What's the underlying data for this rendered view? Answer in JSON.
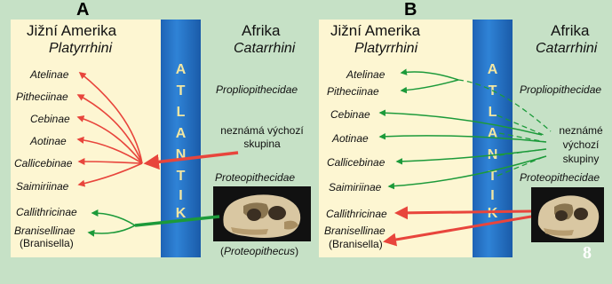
{
  "panels": [
    {
      "label": "A",
      "south_america": {
        "title": "Jižní Amerika",
        "subtitle": "Platyrrhini"
      },
      "africa": {
        "title": "Afrika",
        "subtitle": "Catarrhini"
      },
      "ocean_letters": [
        "A",
        "T",
        "L",
        "A",
        "N",
        "T",
        "I",
        "K"
      ],
      "sa_taxa": [
        "Atelinae",
        "Pitheciinae",
        "Cebinae",
        "Aotinae",
        "Callicebinae",
        "Saimiriinae",
        "Callithricinae",
        "Branisellinae"
      ],
      "branisella": "(Branisella)",
      "af_taxa": {
        "propliopithecidae": "Propliopithecidae",
        "proteopithecidae": "Proteopithecidae"
      },
      "unknown_group": [
        "neznámá výchozí",
        "skupina"
      ],
      "proteopithecus_open": "(",
      "proteopithecus": "Proteopithecus",
      "proteopithecus_close": ")"
    },
    {
      "label": "B",
      "south_america": {
        "title": "Jižní Amerika",
        "subtitle": "Platyrrhini"
      },
      "africa": {
        "title": "Afrika",
        "subtitle": "Catarrhini"
      },
      "ocean_letters": [
        "A",
        "T",
        "L",
        "A",
        "N",
        "T",
        "I",
        "K"
      ],
      "sa_taxa": [
        "Atelinae",
        "Pitheciinae",
        "Cebinae",
        "Aotinae",
        "Callicebinae",
        "Saimiriinae",
        "Callithricinae",
        "Branisellinae"
      ],
      "branisella": "(Branisella)",
      "af_taxa": {
        "propliopithecidae": "Propliopithecidae",
        "proteopithecidae": "Proteopithecidae"
      },
      "unknown_groups": [
        "neznámé",
        "výchozí",
        "skupiny"
      ]
    }
  ],
  "figure_number": "8",
  "colors": {
    "red_arrow": "#e8453c",
    "green_arrow": "#1c9a3a",
    "ocean": "#2a79cc",
    "cream": "#fdf6d2",
    "background": "#c6e1c6"
  }
}
